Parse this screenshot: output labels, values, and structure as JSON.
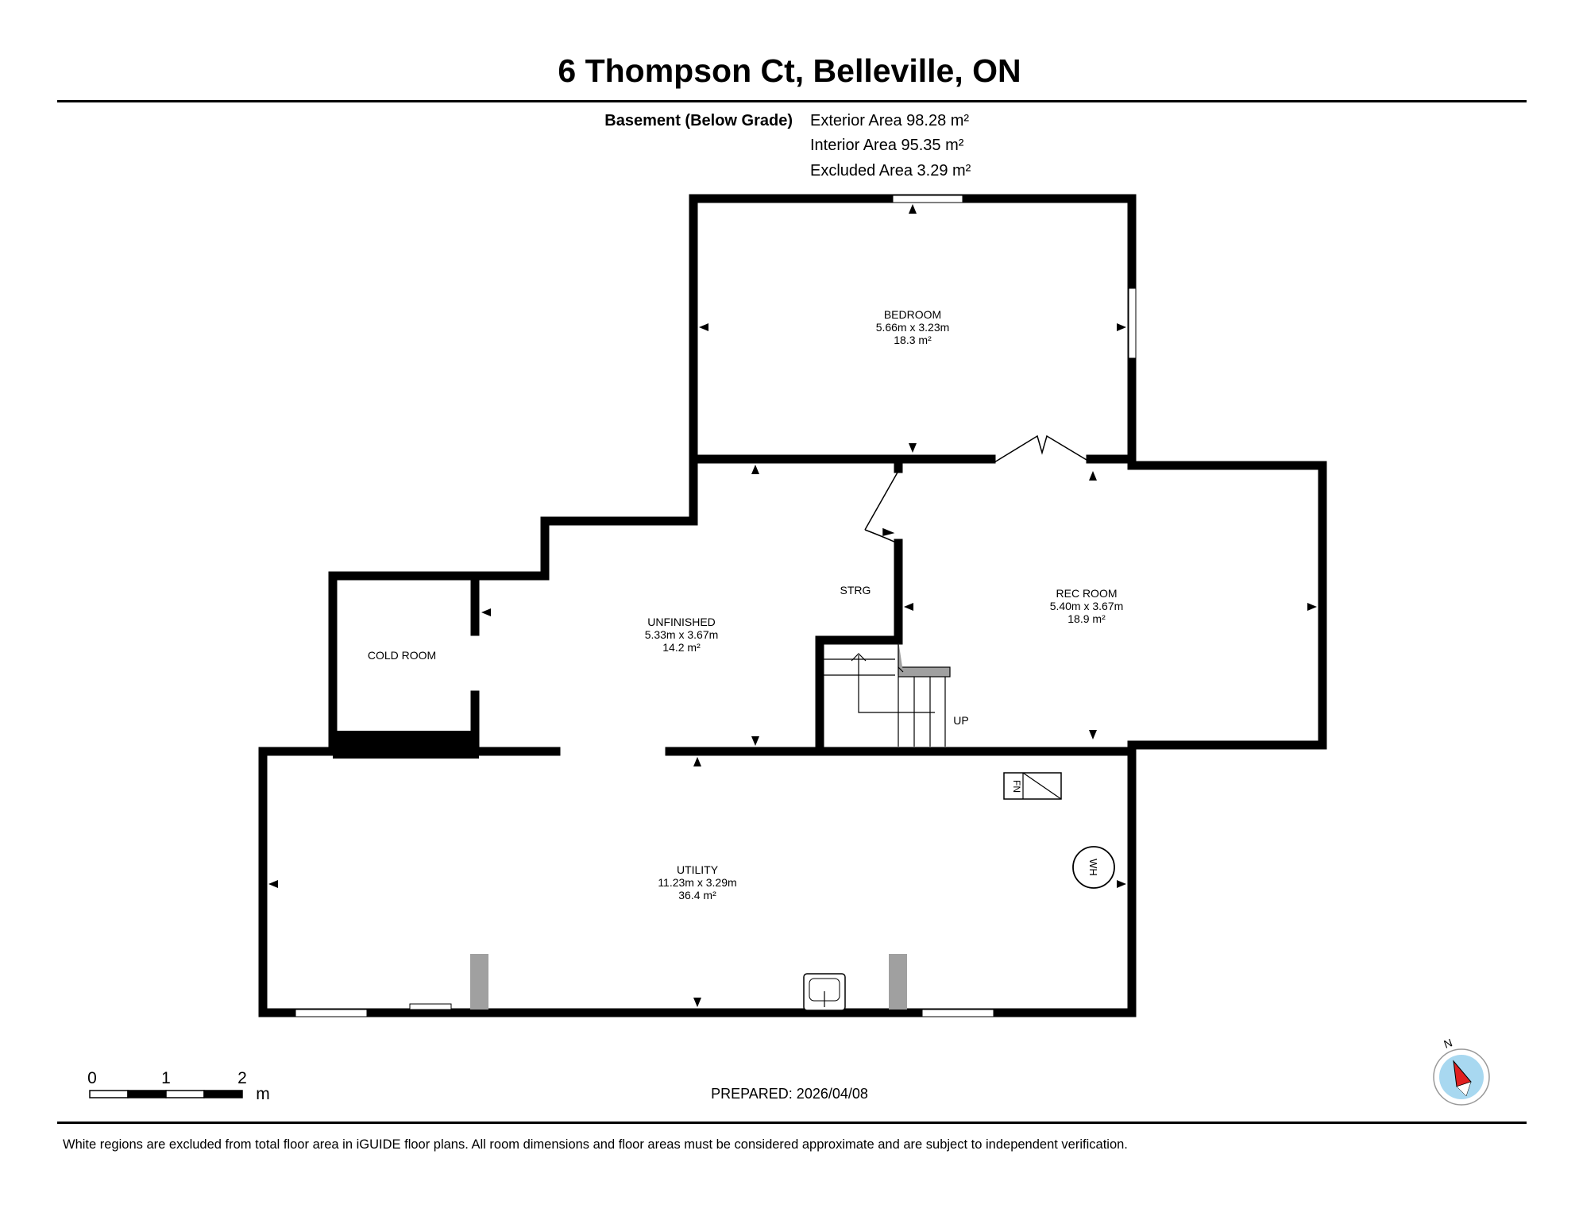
{
  "header": {
    "title": "6 Thompson Ct, Belleville, ON"
  },
  "level": {
    "name": "Basement (Below Grade)",
    "exterior_area": "Exterior Area 98.28 m²",
    "interior_area": "Interior Area 95.35 m²",
    "excluded_area": "Excluded Area 3.29 m²"
  },
  "rooms": {
    "bedroom": {
      "name": "BEDROOM",
      "dims": "5.66m x 3.23m",
      "area": "18.3 m²"
    },
    "rec_room": {
      "name": "REC ROOM",
      "dims": "5.40m x 3.67m",
      "area": "18.9 m²"
    },
    "unfinished": {
      "name": "UNFINISHED",
      "dims": "5.33m x 3.67m",
      "area": "14.2 m²"
    },
    "utility": {
      "name": "UTILITY",
      "dims": "11.23m x 3.29m",
      "area": "36.4 m²"
    },
    "cold_room": {
      "name": "COLD ROOM"
    },
    "storage": {
      "name": "STRG"
    }
  },
  "fixtures": {
    "stairs_label": "UP",
    "furnace_label": "FN",
    "water_heater_label": "WH"
  },
  "scale_bar": {
    "label_0": "0",
    "label_1": "1",
    "label_2": "2",
    "unit": "m"
  },
  "compass": {
    "label": "N"
  },
  "footer": {
    "prepared": "PREPARED: 2026/04/08",
    "note": "White regions are excluded from total floor area in iGUIDE floor plans. All room dimensions and floor areas must be considered approximate and are subject to independent verification."
  },
  "colors": {
    "wall": "#000000",
    "fixture_gray": "#a0a0a0",
    "compass_ring": "#a8d8f0",
    "compass_needle": "#e02020"
  }
}
